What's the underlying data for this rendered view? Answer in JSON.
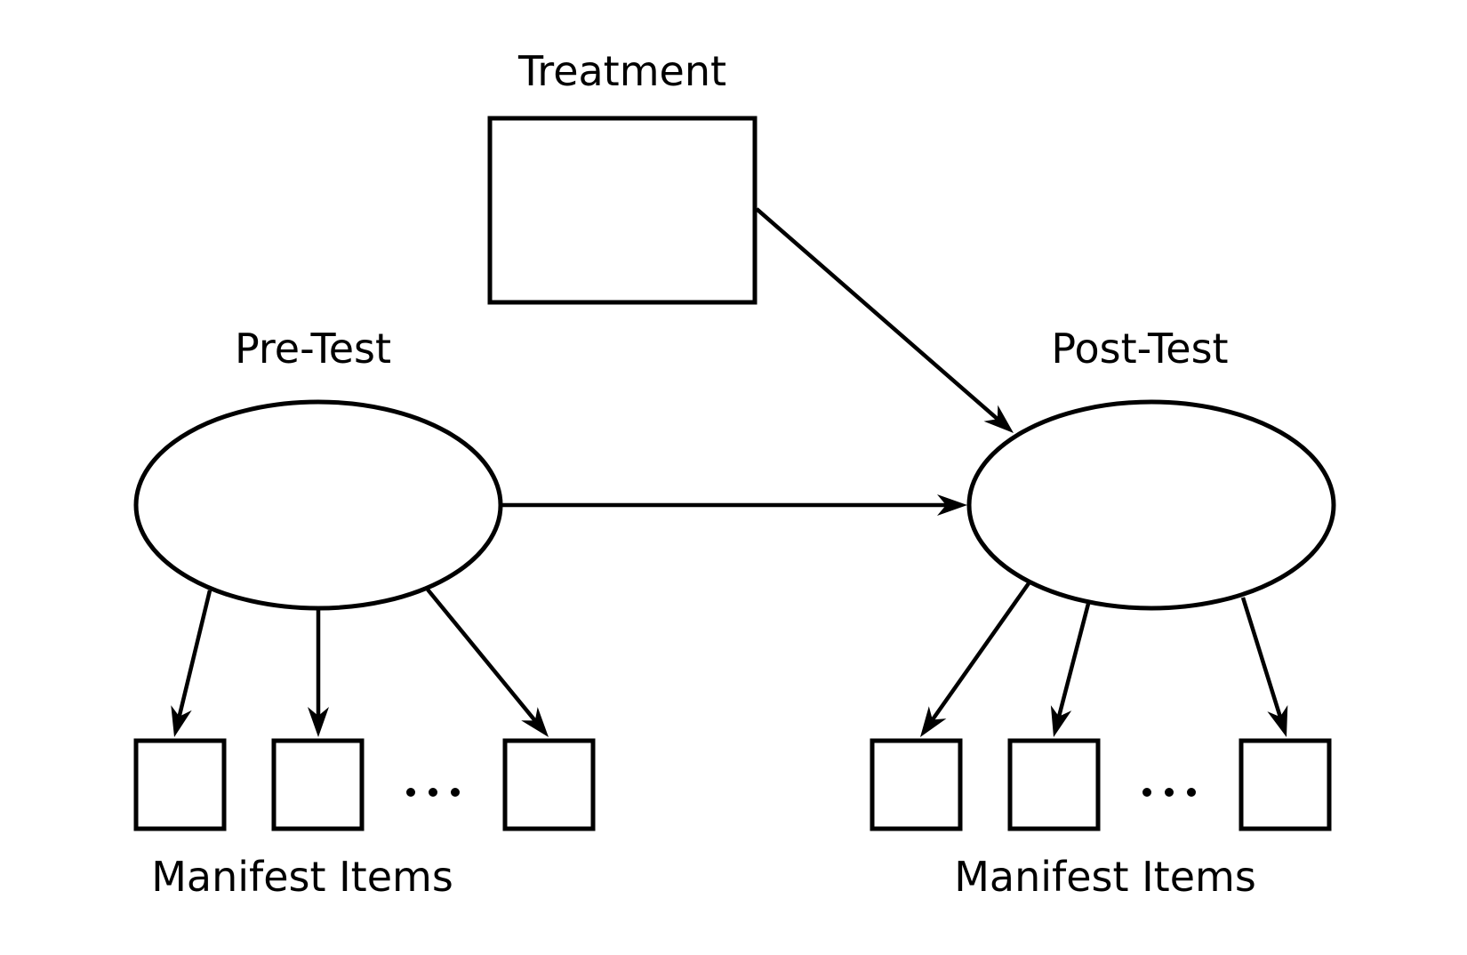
{
  "diagram": {
    "labels": {
      "treatment": "Treatment",
      "pre_test": "Pre-Test",
      "post_test": "Post-Test",
      "manifest_left": "Manifest Items",
      "manifest_right": "Manifest Items"
    },
    "nodes": [
      {
        "id": "treatment",
        "shape": "rectangle",
        "label_key": "treatment"
      },
      {
        "id": "pre-test",
        "shape": "ellipse",
        "label_key": "pre_test"
      },
      {
        "id": "post-test",
        "shape": "ellipse",
        "label_key": "post_test"
      },
      {
        "id": "pre-item-1",
        "shape": "square"
      },
      {
        "id": "pre-item-2",
        "shape": "square"
      },
      {
        "id": "pre-item-3",
        "shape": "square"
      },
      {
        "id": "post-item-1",
        "shape": "square"
      },
      {
        "id": "post-item-2",
        "shape": "square"
      },
      {
        "id": "post-item-3",
        "shape": "square"
      }
    ],
    "edges": [
      {
        "from": "treatment",
        "to": "post-test"
      },
      {
        "from": "pre-test",
        "to": "post-test"
      },
      {
        "from": "pre-test",
        "to": "pre-item-1"
      },
      {
        "from": "pre-test",
        "to": "pre-item-2"
      },
      {
        "from": "pre-test",
        "to": "pre-item-3"
      },
      {
        "from": "post-test",
        "to": "post-item-1"
      },
      {
        "from": "post-test",
        "to": "post-item-2"
      },
      {
        "from": "post-test",
        "to": "post-item-3"
      }
    ],
    "colors": {
      "stroke": "#000000",
      "background": "#ffffff"
    }
  }
}
